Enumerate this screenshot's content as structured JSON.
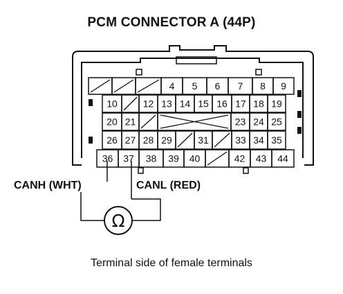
{
  "title": "PCM CONNECTOR A (44P)",
  "footer": "Terminal side of female terminals",
  "wires": {
    "canh": "CANH (WHT)",
    "canl": "CANL (RED)"
  },
  "meter": {
    "symbol": "Ω"
  },
  "connector": {
    "rows": [
      {
        "cells": [
          {
            "t": "x"
          },
          {
            "t": "x"
          },
          {
            "t": "x"
          },
          {
            "t": "n",
            "v": "4"
          },
          {
            "t": "n",
            "v": "5"
          },
          {
            "t": "n",
            "v": "6"
          },
          {
            "t": "n",
            "v": "7"
          },
          {
            "t": "n",
            "v": "8"
          },
          {
            "t": "n",
            "v": "9"
          }
        ]
      },
      {
        "cells": [
          {
            "t": "n",
            "v": "10"
          },
          {
            "t": "x"
          },
          {
            "t": "n",
            "v": "12"
          },
          {
            "t": "n",
            "v": "13"
          },
          {
            "t": "n",
            "v": "14"
          },
          {
            "t": "n",
            "v": "15"
          },
          {
            "t": "n",
            "v": "16"
          },
          {
            "t": "n",
            "v": "17"
          },
          {
            "t": "n",
            "v": "18"
          },
          {
            "t": "n",
            "v": "19"
          }
        ]
      },
      {
        "cells": [
          {
            "t": "n",
            "v": "20"
          },
          {
            "t": "n",
            "v": "21"
          },
          {
            "t": "x"
          },
          {
            "t": "big"
          },
          {
            "t": "n",
            "v": "23"
          },
          {
            "t": "n",
            "v": "24"
          },
          {
            "t": "n",
            "v": "25"
          }
        ]
      },
      {
        "cells": [
          {
            "t": "n",
            "v": "26"
          },
          {
            "t": "n",
            "v": "27"
          },
          {
            "t": "n",
            "v": "28"
          },
          {
            "t": "n",
            "v": "29"
          },
          {
            "t": "x"
          },
          {
            "t": "n",
            "v": "31"
          },
          {
            "t": "x"
          },
          {
            "t": "n",
            "v": "33"
          },
          {
            "t": "n",
            "v": "34"
          },
          {
            "t": "n",
            "v": "35"
          }
        ]
      },
      {
        "cells": [
          {
            "t": "n",
            "v": "36"
          },
          {
            "t": "n",
            "v": "37"
          },
          {
            "t": "n",
            "v": "38"
          },
          {
            "t": "n",
            "v": "39"
          },
          {
            "t": "n",
            "v": "40"
          },
          {
            "t": "x"
          },
          {
            "t": "n",
            "v": "42"
          },
          {
            "t": "n",
            "v": "43"
          },
          {
            "t": "n",
            "v": "44"
          }
        ]
      }
    ]
  }
}
